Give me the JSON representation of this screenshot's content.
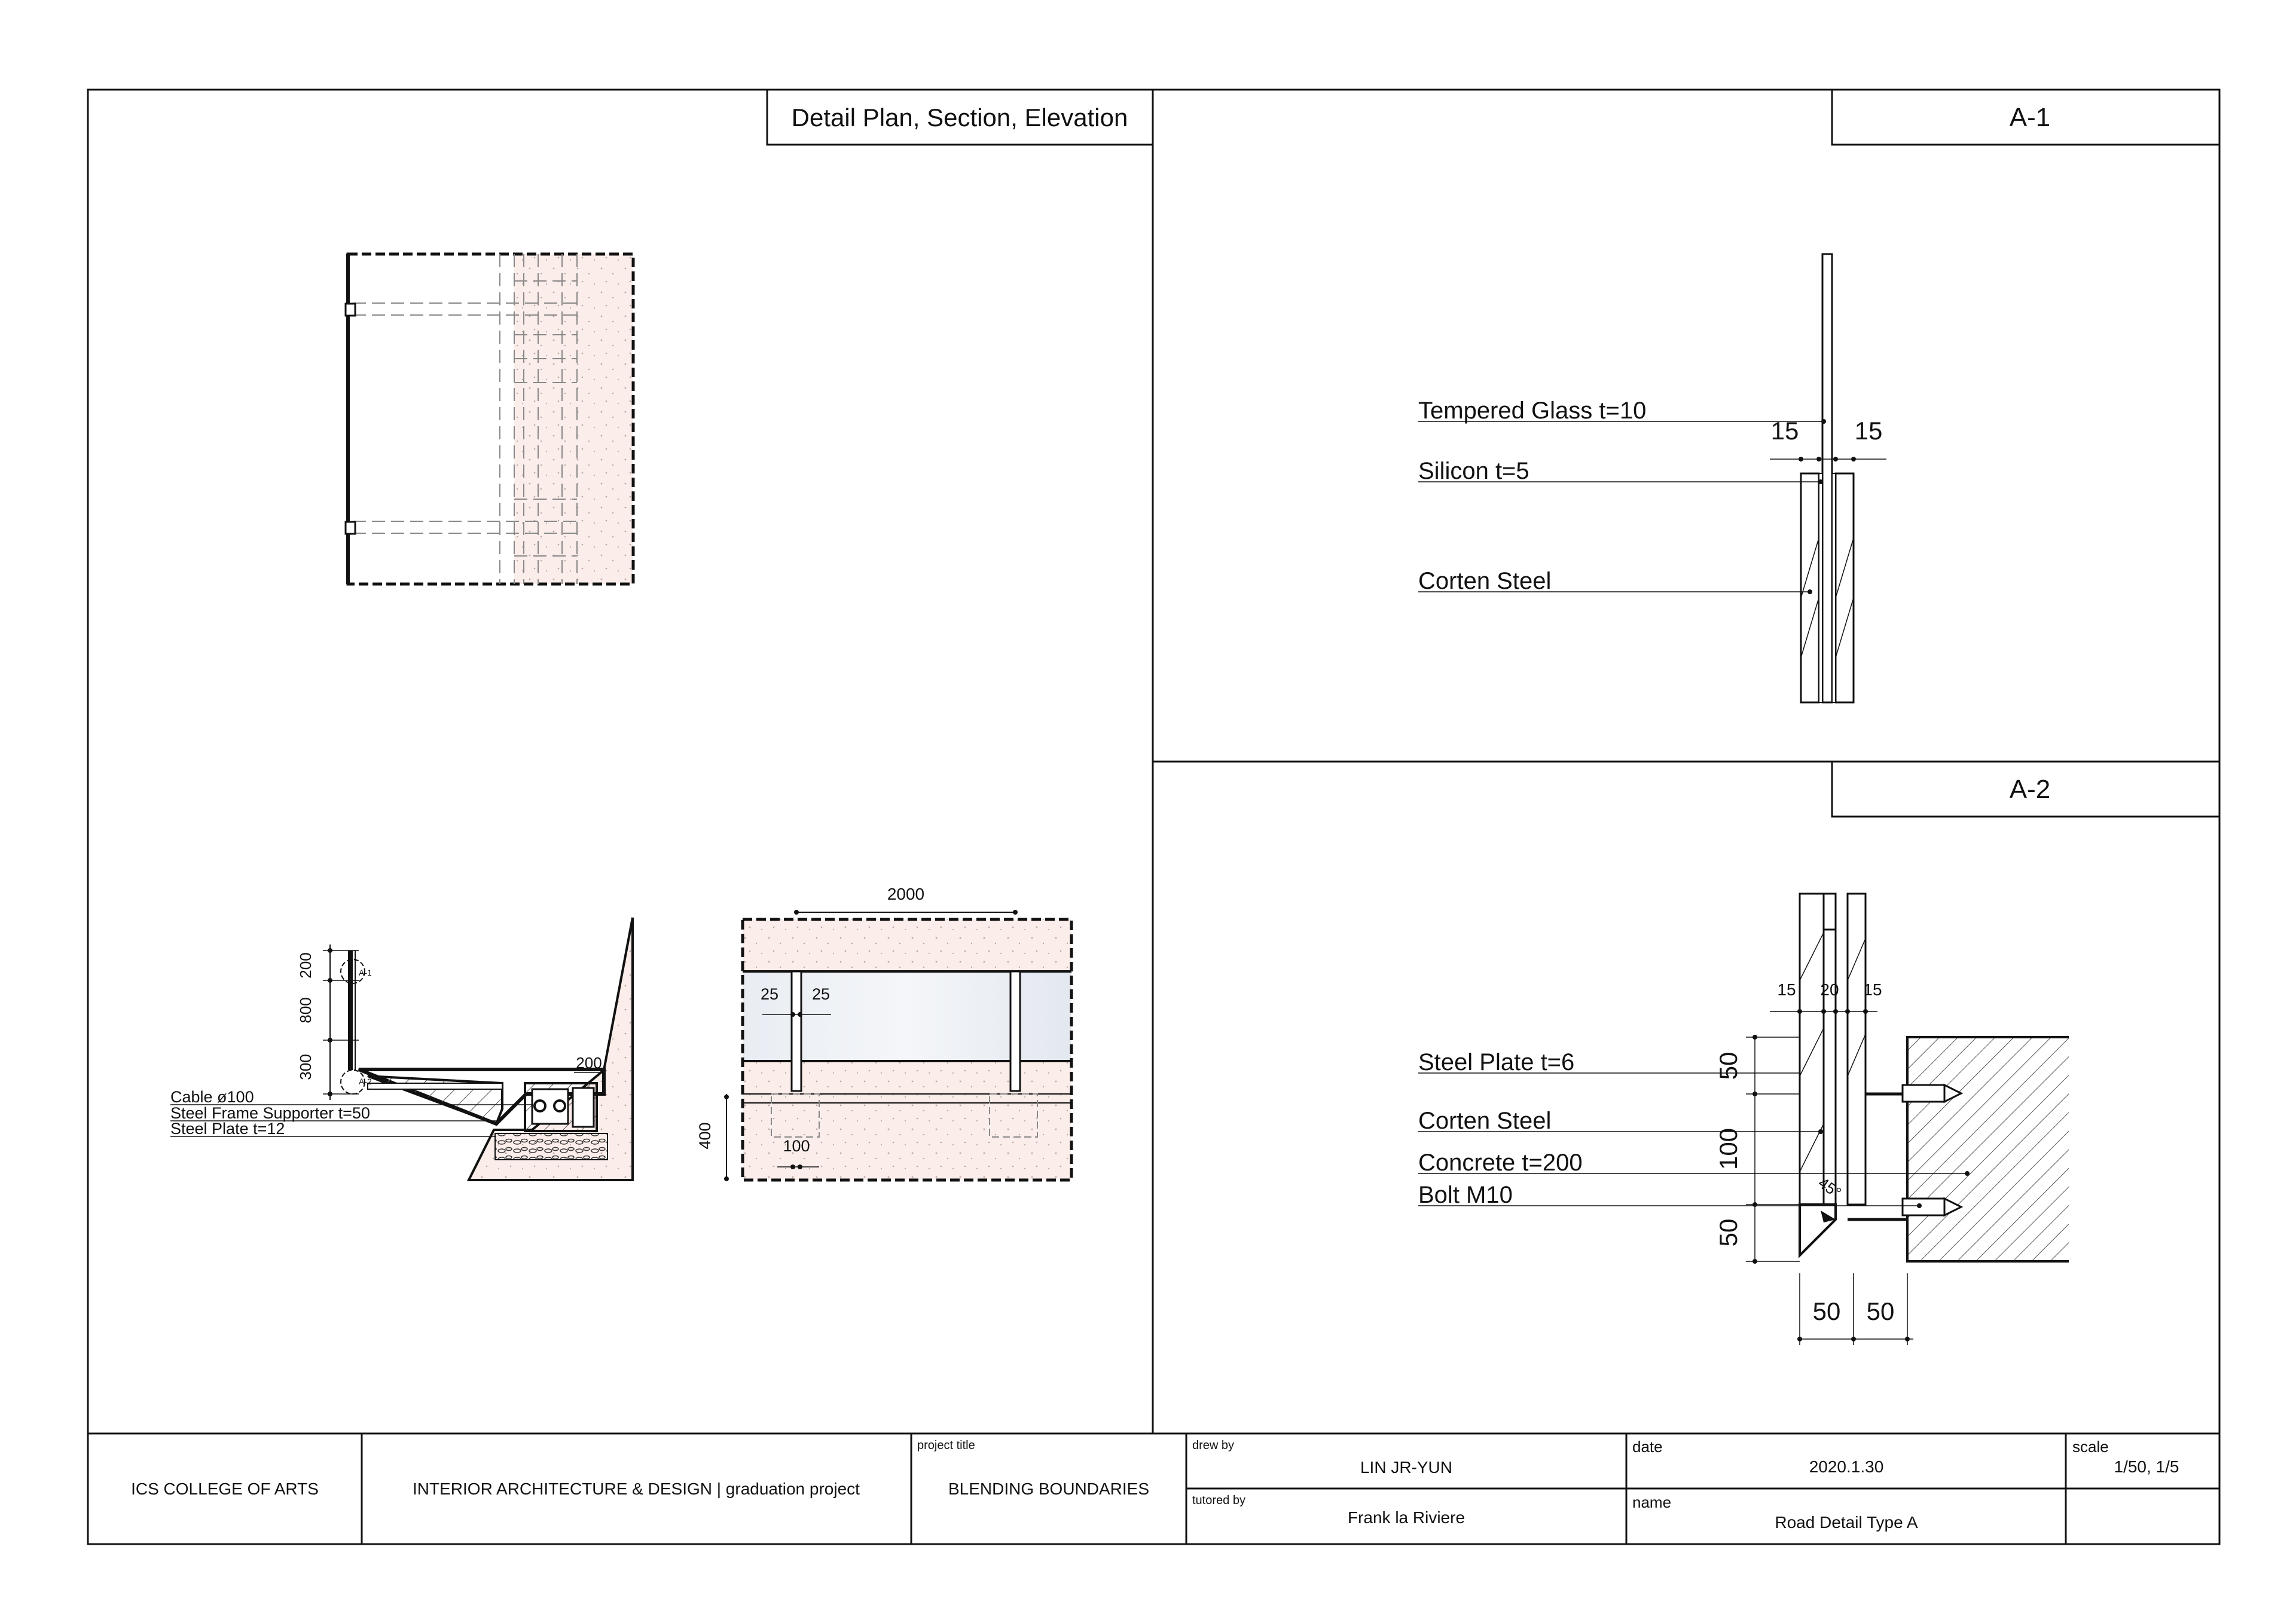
{
  "sheet": {
    "main_title": "Detail Plan, Section, Elevation",
    "detail_a1_title": "A-1",
    "detail_a2_title": "A-2"
  },
  "plan_labels": {
    "callout_a1": "A-1",
    "callout_a2": "A-2"
  },
  "section_drawing": {
    "dim_200": "200",
    "dim_800": "800",
    "dim_300": "300",
    "dim_200_right": "200",
    "label_cable": "Cable ø100",
    "label_frame": "Steel Frame Supporter t=50",
    "label_plate": "Steel Plate t=12"
  },
  "elevation_drawing": {
    "dim_2000": "2000",
    "dim_25_left": "25",
    "dim_25_right": "25",
    "dim_400": "400",
    "dim_100": "100"
  },
  "detail_a1": {
    "label_glass": "Tempered Glass t=10",
    "label_silicon": "Silicon t=5",
    "label_corten": "Corten Steel",
    "dim_15_left": "15",
    "dim_15_right": "15"
  },
  "detail_a2": {
    "label_plate": "Steel Plate t=6",
    "label_corten": "Corten Steel",
    "label_concrete": "Concrete t=200",
    "label_bolt": "Bolt M10",
    "dim_15_left": "15",
    "dim_20": "20",
    "dim_15_right": "15",
    "dim_50_top": "50",
    "dim_100": "100",
    "dim_50_bottom": "50",
    "dim_50_h_left": "50",
    "dim_50_h_right": "50",
    "angle": "45°"
  },
  "title_block": {
    "school": "ICS COLLEGE OF ARTS",
    "program": "INTERIOR ARCHITECTURE & DESIGN | graduation project",
    "project_title_caption": "project title",
    "project_title": "BLENDING BOUNDARIES",
    "drew_by_caption": "drew by",
    "drew_by": "LIN JR-YUN",
    "tutored_by_caption": "tutored by",
    "tutored_by": "Frank la Riviere",
    "date_caption": "date",
    "date": "2020.1.30",
    "name_caption": "name",
    "name": "Road Detail Type A",
    "scale_caption": "scale",
    "scale": "1/50, 1/5"
  },
  "colors": {
    "line": "#111111",
    "concrete_fill": "#fbeeea",
    "glass_fill": "#e6ebf1"
  }
}
